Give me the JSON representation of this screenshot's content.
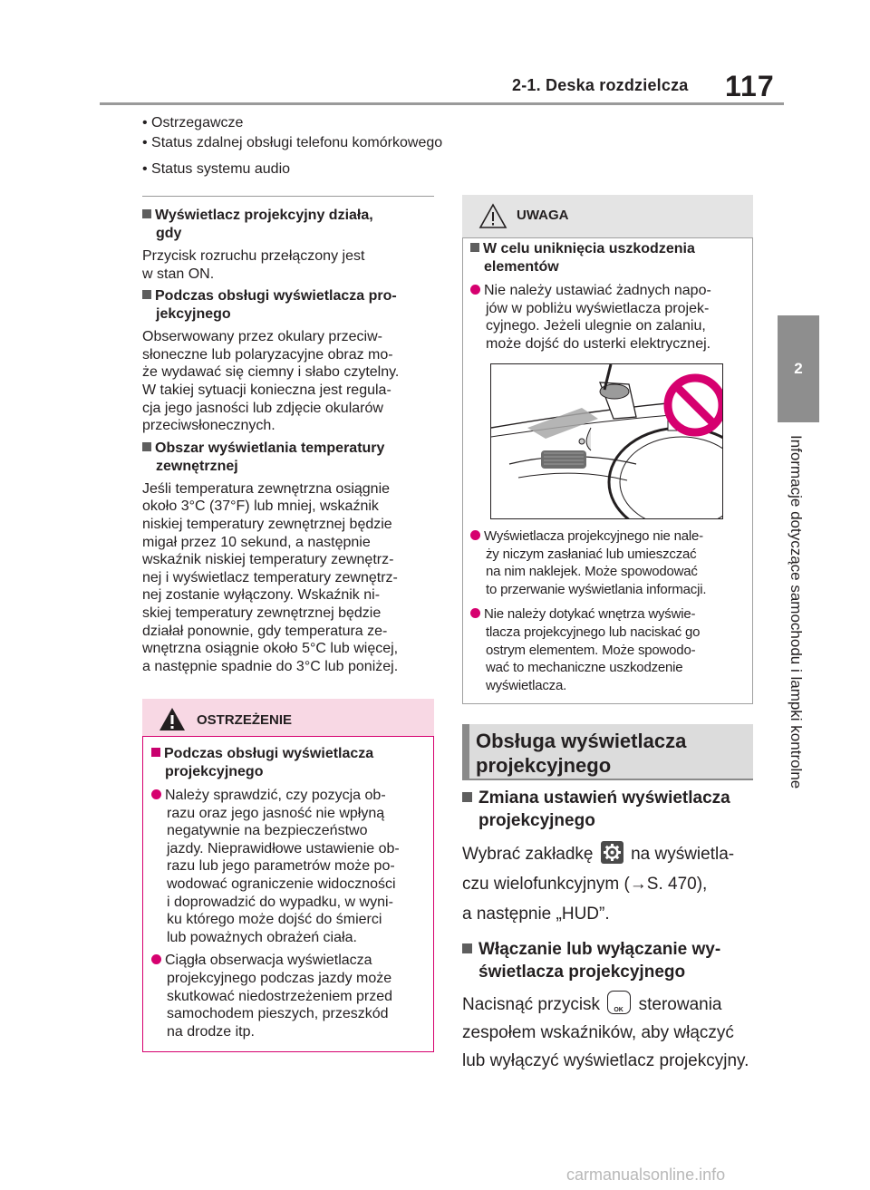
{
  "header": {
    "section": "2-1. Deska rozdzielcza",
    "page_number": "117"
  },
  "side_tab": {
    "number": "2",
    "label": "Informacje dotyczące samochodu i lampki kontrolne"
  },
  "top_bullets": [
    "Ostrzegawcze",
    "Status zdalnej obsługi telefonu komórkowego",
    "Status systemu audio"
  ],
  "left": {
    "s1_title_a": "Wyświetlacz projekcyjny działa,",
    "s1_title_b": "gdy",
    "s1_p1": "Przycisk rozruchu przełączony jest",
    "s1_p2": "w stan ON.",
    "s2_title_a": "Podczas obsługi wyświetlacza pro-",
    "s2_title_b": "jekcyjnego",
    "s2_lines": [
      "Obserwowany przez okulary przeciw-",
      "słoneczne lub polaryzacyjne obraz mo-",
      "że wydawać się ciemny i słabo czytelny.",
      "W takiej sytuacji konieczna jest regula-",
      "cja jego jasności lub zdjęcie okularów",
      "przeciwsłonecznych."
    ],
    "s3_title_a": "Obszar wyświetlania temperatury",
    "s3_title_b": "zewnętrznej",
    "s3_lines": [
      "Jeśli temperatura zewnętrzna osiągnie",
      "około 3°C (37°F) lub mniej, wskaźnik",
      "niskiej temperatury zewnętrznej będzie",
      "migał przez 10 sekund, a następnie",
      "wskaźnik niskiej temperatury zewnętrz-",
      "nej i wyświetlacz temperatury zewnętrz-",
      "nej zostanie wyłączony. Wskaźnik ni-",
      "skiej temperatury zewnętrznej będzie",
      "działał ponownie, gdy temperatura ze-",
      "wnętrzna osiągnie około 5°C lub więcej,",
      "a następnie spadnie do 3°C lub poniżej."
    ]
  },
  "warning": {
    "label": "OSTRZEŻENIE",
    "title_a": "Podczas obsługi wyświetlacza",
    "title_b": "projekcyjnego",
    "b1": [
      "Należy sprawdzić, czy pozycja ob-",
      "razu oraz jego jasność nie wpłyną",
      "negatywnie na bezpieczeństwo",
      "jazdy. Nieprawidłowe ustawienie ob-",
      "razu lub jego parametrów może po-",
      "wodować ograniczenie widoczności",
      "i doprowadzić do wypadku, w wyni-",
      "ku którego może dojść do śmierci",
      "lub poważnych obrażeń ciała."
    ],
    "b2": [
      "Ciągła obserwacja wyświetlacza",
      "projekcyjnego podczas jazdy może",
      "skutkować niedostrzeżeniem przed",
      "samochodem pieszych, przeszkód",
      "na drodze itp."
    ]
  },
  "notice": {
    "label": "UWAGA",
    "title_a": "W celu uniknięcia uszkodzenia",
    "title_b": "elementów",
    "b1": [
      "Nie należy ustawiać żadnych napo-",
      "jów w pobliżu wyświetlacza projek-",
      "cyjnego. Jeżeli ulegnie on zalaniu,",
      "może dojść do usterki elektrycznej."
    ],
    "b2": [
      "Wyświetlacza projekcyjnego nie nale-",
      "ży niczym zasłaniać lub umieszczać",
      "na nim naklejek. Może spowodować",
      "to przerwanie wyświetlania informacji."
    ],
    "b3": [
      "Nie należy dotykać wnętrza wyświe-",
      "tlacza projekcyjnego lub naciskać go",
      "ostrym elementem. Może spowodo-",
      "wać to mechaniczne uszkodzenie",
      "wyświetlacza."
    ]
  },
  "section": {
    "heading_a": "Obsługa wyświetlacza",
    "heading_b": "projekcyjnego",
    "sub1_a": "Zmiana ustawień wyświetlacza",
    "sub1_b": "projekcyjnego",
    "p1_a_pre": "Wybrać zakładkę",
    "p1_a_post": "na wyświetla-",
    "p1_b": "czu wielofunkcyjnym (→S. 470),",
    "p1_c": "a następnie „HUD”.",
    "sub2_a": "Włączanie lub wyłączanie wy-",
    "sub2_b": "świetlacza projekcyjnego",
    "p2_a_pre": "Nacisnąć przycisk",
    "p2_a_post": "sterowania",
    "p2_b": "zespołem wskaźników, aby włączyć",
    "p2_c": "lub wyłączyć wyświetlacz projekcyjny.",
    "ok_label": "OK"
  },
  "watermark": "carmanualsonline.info",
  "colors": {
    "warning_accent": "#d6006f",
    "warning_bg": "#f8d8e4",
    "notice_bg": "#e4e4e4",
    "header_rule": "#9a9a9a"
  }
}
